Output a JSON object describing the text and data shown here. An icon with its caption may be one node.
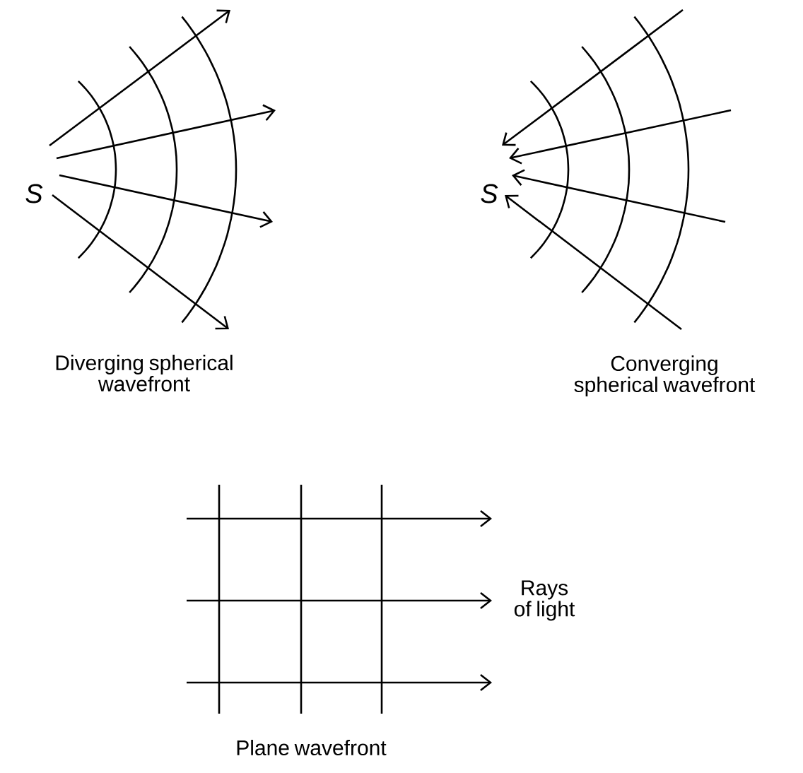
{
  "diagram": {
    "labels": [
      "S",
      "Diverging spherical wavefront",
      "S",
      "Converging spherical wavefront",
      "Rays of light",
      "Plane wavefront"
    ]
  }
}
